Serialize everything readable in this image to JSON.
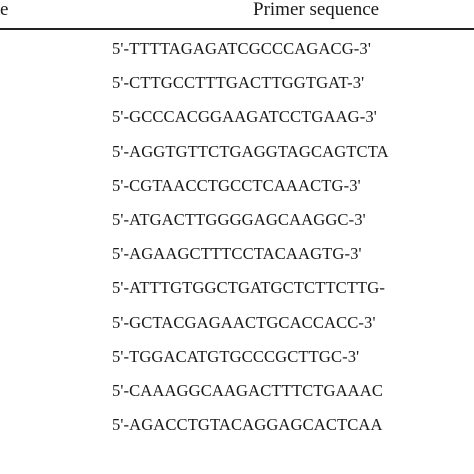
{
  "table": {
    "header_left_fragment": "e",
    "header_right": "Primer sequence",
    "sequences": [
      "5'-TTTTAGAGATCGCCCAGACG-3'",
      "5'-CTTGCCTTTGACTTGGTGAT-3'",
      "5'-GCCCACGGAAGATCCTGAAG-3'",
      "5'-AGGTGTTCTGAGGTAGCAGTCTA",
      "5'-CGTAACCTGCCTCAAACTG-3'",
      "5'-ATGACTTGGGGAGCAAGGC-3'",
      "5'-AGAAGCTTTCCTACAAGTG-3'",
      "5'-ATTTGTGGCTGATGCTCTTCTTG-",
      "5'-GCTACGAGAACTGCACCACC-3'",
      "5'-TGGACATGTGCCCGCTTGC-3'",
      "5'-CAAAGGCAAGACTTTCTGAAAC",
      "5'-AGACCTGTACAGGAGCACTCAA"
    ]
  }
}
